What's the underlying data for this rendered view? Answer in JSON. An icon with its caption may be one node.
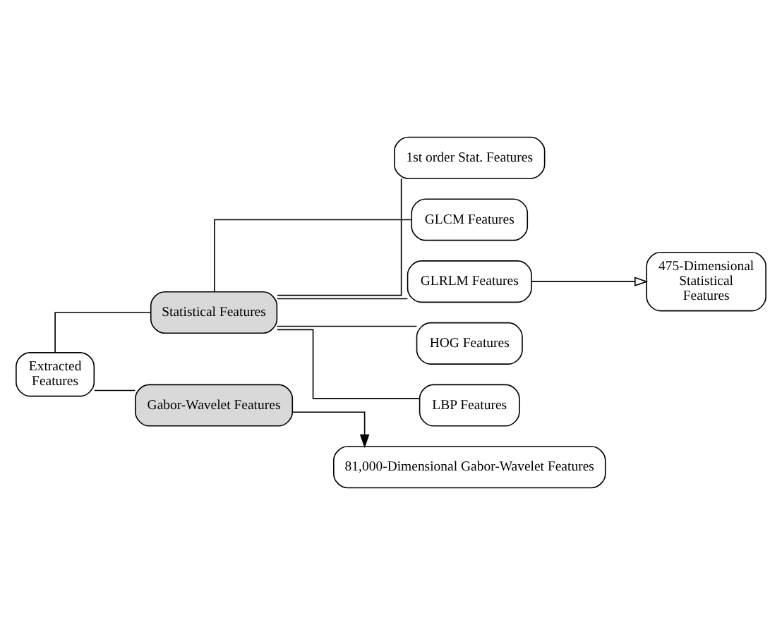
{
  "diagram": {
    "nodes": [
      {
        "text": [
          "Extracted Features"
        ]
      },
      {
        "text": [
          "Statistical Features"
        ]
      },
      {
        "text": [
          "Gabor-Wavelet Features"
        ]
      },
      {
        "text": [
          "1st order Stat. Features"
        ]
      },
      {
        "text": [
          "GLCM Features"
        ]
      },
      {
        "text": [
          "GLRLM Features"
        ]
      },
      {
        "text": [
          "HOG Features"
        ]
      },
      {
        "text": [
          "LBP Features"
        ]
      },
      {
        "text": [
          "475-Dimensional Statistical Features"
        ]
      },
      {
        "text": [
          "81,000-Dimensional Gabor-Wavelet Features"
        ]
      }
    ],
    "edges": [
      {
        "from": 0,
        "to": 1,
        "arrow": "none"
      },
      {
        "from": 0,
        "to": 2,
        "arrow": "none"
      },
      {
        "from": 1,
        "to": 3,
        "arrow": "none"
      },
      {
        "from": 1,
        "to": 4,
        "arrow": "none"
      },
      {
        "from": 1,
        "to": 5,
        "arrow": "none"
      },
      {
        "from": 1,
        "to": 6,
        "arrow": "none"
      },
      {
        "from": 1,
        "to": 7,
        "arrow": "none"
      },
      {
        "from": 5,
        "to": 8,
        "arrow": "to"
      },
      {
        "from": 2,
        "to": 9,
        "arrow": "to"
      }
    ]
  }
}
